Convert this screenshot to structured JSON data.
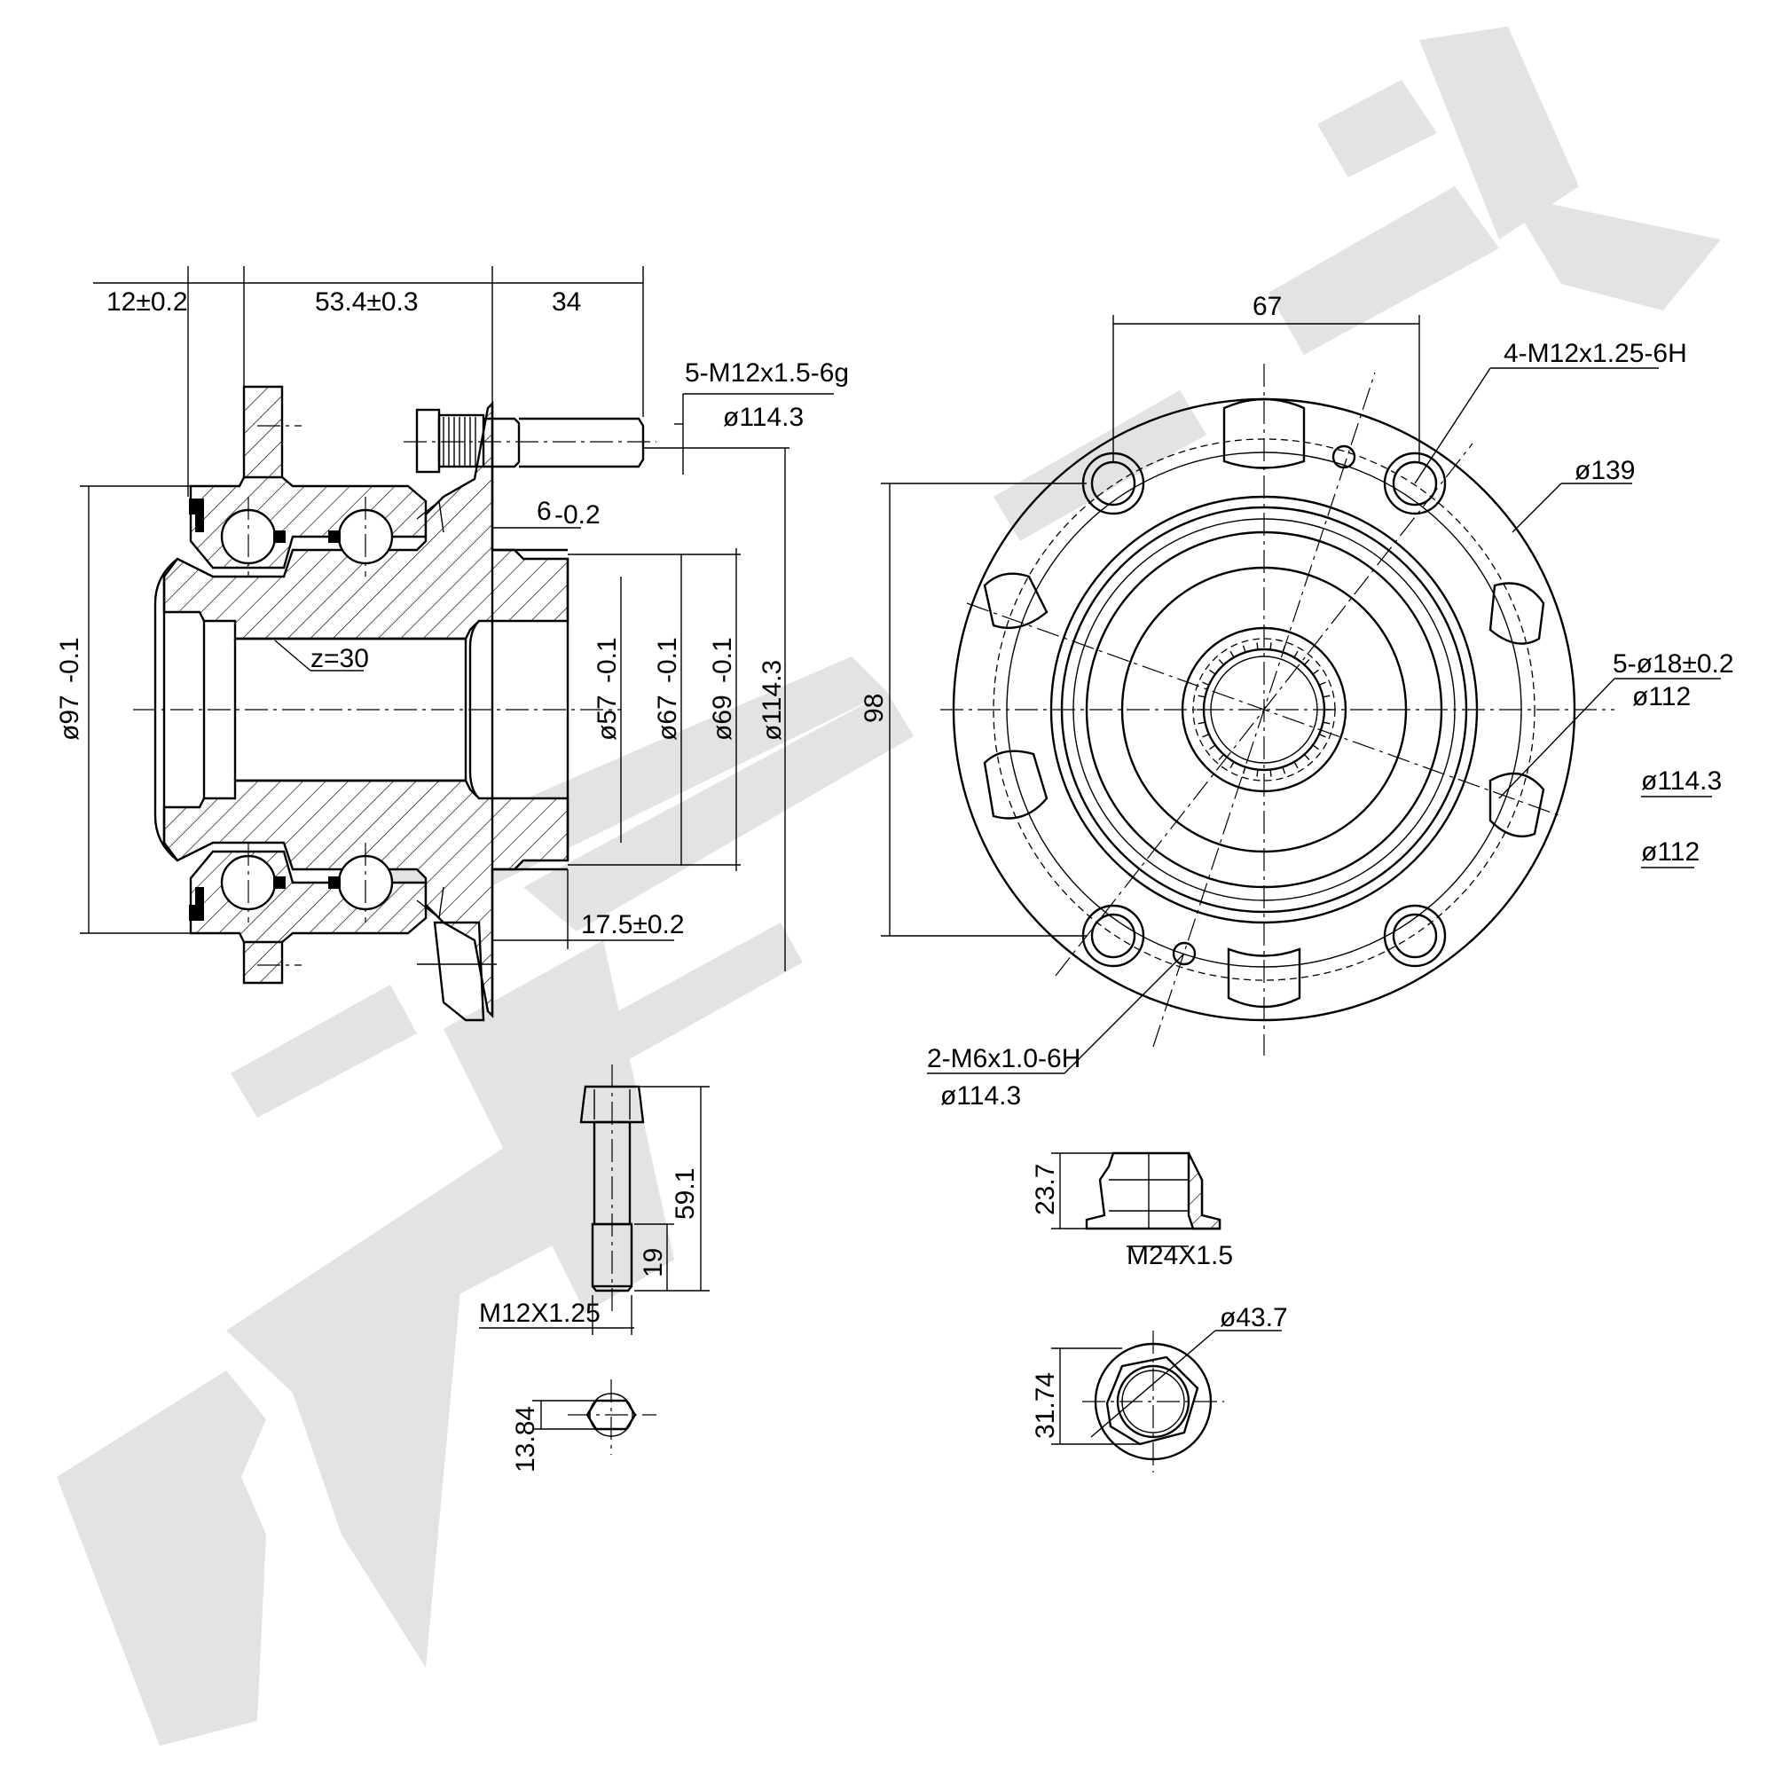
{
  "watermark": "ZENTEK",
  "side_view": {
    "dims_top": [
      "12±0.2",
      "53.4±0.3",
      "34"
    ],
    "stud_spec": "5-M12x1.5-6g",
    "stud_pcd": "ø114.3",
    "face_dim": "6",
    "face_dim_tol": "-0.2",
    "flange_offset": "17.5±0.2",
    "spline": "z=30",
    "d97": "ø97",
    "d97_tol": "-0.1",
    "d57": "ø57",
    "d57_tol": "-0.1",
    "d67": "ø67",
    "d67_tol": "-0.1",
    "d69": "ø69",
    "d69_tol": "-0.1",
    "d114": "ø114.3"
  },
  "front_view": {
    "width_dim": "67",
    "height_dim": "98",
    "thread_holes": "4-M12x1.25-6H",
    "d139": "ø139",
    "bolt_holes": "5-ø18±0.2",
    "d112_a": "ø112",
    "d114": "ø114.3",
    "d112_b": "ø112",
    "m6_holes": "2-M6x1.0-6H",
    "m6_pcd": "ø114.3"
  },
  "bolt": {
    "length": "59.1",
    "thread_len": "19",
    "thread": "M12X1.25",
    "head_size": "13.84"
  },
  "nut": {
    "height": "23.7",
    "thread": "M24X1.5",
    "flange_dia": "ø43.7",
    "across_flats": "31.74"
  }
}
